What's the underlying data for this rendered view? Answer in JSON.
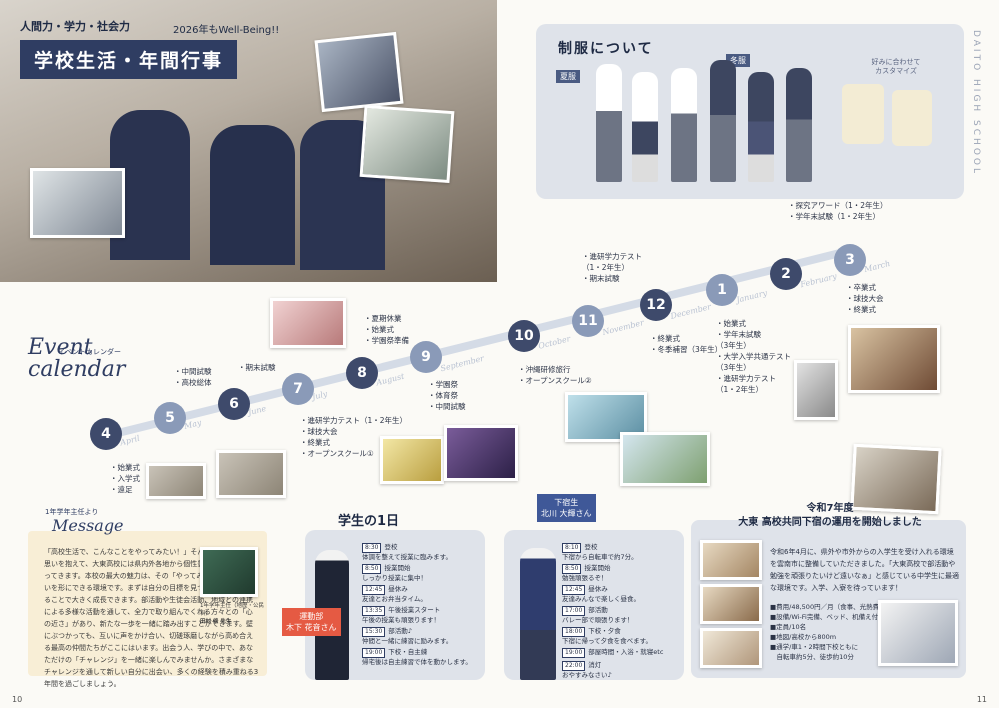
{
  "hero": {
    "tagline": "人間力・学力・社会力",
    "wellbeing_prefix": "2026年もWell-Being!!",
    "title": "学校生活・年間行事"
  },
  "uniform": {
    "title": "制服について",
    "tag_summer": "夏服",
    "tag_winter": "冬服",
    "customize": "好みに合わせて\nカスタマイズ"
  },
  "side_brand": "DAITO HIGH SCHOOL",
  "calendar": {
    "title_line1": "Event",
    "title_line2": "calendar",
    "subtitle": "イベントカレンダー",
    "months": [
      {
        "num": "4",
        "name": "April",
        "events": "・始業式\n・入学式\n・遠足"
      },
      {
        "num": "5",
        "name": "May",
        "events": "・中間試験\n・高校総体"
      },
      {
        "num": "6",
        "name": "June",
        "events": "・期末試験"
      },
      {
        "num": "7",
        "name": "July",
        "events": "・進研学力テスト（1・2年生）\n・球技大会\n・終業式\n・オープンスクール①"
      },
      {
        "num": "8",
        "name": "August",
        "events": "・夏期休業\n・始業式\n・学園祭準備"
      },
      {
        "num": "9",
        "name": "September",
        "events": "・学園祭\n・体育祭\n・中間試験"
      },
      {
        "num": "10",
        "name": "October",
        "events": "・沖縄研修旅行\n・オープンスクール②"
      },
      {
        "num": "11",
        "name": "November",
        "events": "・進研学力テスト\n（1・2年生）\n・期末試験"
      },
      {
        "num": "12",
        "name": "December",
        "events": "・終業式\n・冬季補習（3年生）"
      },
      {
        "num": "1",
        "name": "January",
        "events": "・始業式\n・学年末試験\n（3年生）\n・大学入学共通テスト\n（3年生）\n・進研学力テスト\n（1・2年生）"
      },
      {
        "num": "2",
        "name": "February",
        "events": "・探究アワード（1・2年生）\n・学年末試験（1・2年生）"
      },
      {
        "num": "3",
        "name": "March",
        "events": "・卒業式\n・球技大会\n・終業式"
      }
    ]
  },
  "message": {
    "header": "1年学年主任より",
    "title": "Message",
    "body": "「高校生活で、こんなことをやってみたい！」そんなワクワクする思いを抱えて、大東高校には県内外各地から個性豊かな仲間が集まってきます。本校の最大の魅力は、その「やってみたい」という思いを形にできる環境です。まずは自分の目標を見つけ、挑戦を続けることで大きく成長できます。部活動や生徒会活動、地域との連携による多様な活動を通して、全力で取り組んでくれる方々との「心の近さ」があり、新たな一歩を一緒に踏み出すことができます。壁にぶつかっても、互いに声をかけ合い、切磋琢磨しながら高め合える最高の仲間たちがここにはいます。出会う人、学びの中で、あなただけの「チャレンジ」を一緒に楽しんでみませんか。さまざまなチャレンジを通して新しい自分に出会い、多くの経験を積み重ねる3年間を過ごしましょう。",
    "teacher_role": "1年学年主任（地歴・公民科）",
    "teacher_name": "田村 修 先生"
  },
  "day": {
    "title": "学生の1日",
    "student1_label": "運動部\n木下 花音さん",
    "student1_schedule": [
      {
        "time": "8:30",
        "text": "登校\n体調を整えて授業に臨みます。"
      },
      {
        "time": "8:50",
        "text": "授業開始\nしっかり授業に集中！"
      },
      {
        "time": "12:45",
        "text": "昼休み\n友達とお弁当タイム。"
      },
      {
        "time": "13:35",
        "text": "午後授業スタート\n午後の授業も頑張ります！"
      },
      {
        "time": "15:30",
        "text": "部活動♪\n仲間と一緒に練習に励みます。"
      },
      {
        "time": "19:00",
        "text": "下校・自主練\n帰宅後は自主練習で体を動かします。"
      }
    ],
    "student2_label": "下宿生\n北川 大輝さん",
    "student2_schedule": [
      {
        "time": "8:10",
        "text": "登校\n下宿から自転車で約7分。"
      },
      {
        "time": "8:50",
        "text": "授業開始\n勉強頑張るぞ！"
      },
      {
        "time": "12:45",
        "text": "昼休み\n友達みんなで楽しく昼食。"
      },
      {
        "time": "17:00",
        "text": "部活動\nバレー部で頑張ります！"
      },
      {
        "time": "18:00",
        "text": "下校・夕食\n下宿に帰って夕食を食べます。"
      },
      {
        "time": "19:00",
        "text": "部屋時間・入浴・就寝etc"
      },
      {
        "time": "22:00",
        "text": "消灯\nおやすみなさい♪"
      }
    ]
  },
  "dorm": {
    "title_line1": "令和7年度",
    "title_line2": "大東 高校共同下宿の運用を開始しました",
    "body": "令和6年4月に、県外や市外からの入学生を受け入れる環境を雲南市に整備していただきました。「大東高校で部活動や勉強を頑張りたいけど遠いなぁ」と感じている中学生に最適な環境です。入学、入寮を待っています！",
    "list": "■費用/48,500円／月（食事、光熱費込み）\n■設備/Wi-Fi完備、ベッド、机備え付け\n■定員/10名\n■地図/高校から800m\n■通学/車1・2時間下校ともに\n　自転車約5分、徒歩約10分"
  },
  "pages": {
    "left": "10",
    "right": "11"
  },
  "colors": {
    "navy": "#2f3d62",
    "node": "#3e4a6b",
    "line": "#d4dbe6",
    "panel": "#dfe3ea",
    "cream": "#f8eed6"
  }
}
